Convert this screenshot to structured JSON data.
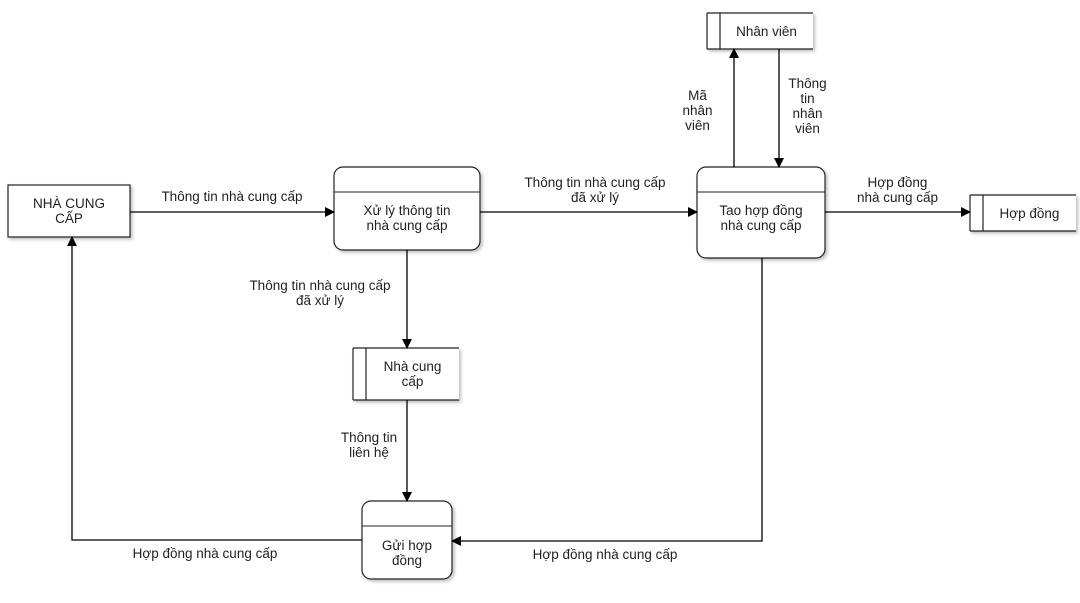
{
  "entities": {
    "supplier_external": "NHÀ CUNG\nCẤP"
  },
  "processes": {
    "process_supplier_info": "Xử lý thông tin\nnhà cung cấp",
    "create_contract": "Tao hợp đồng\nnhà cung cấp",
    "send_contract": "Gửi hợp\nđồng"
  },
  "data_stores": {
    "employee_store": "Nhân viên",
    "supplier_store": "Nhà cung\ncấp",
    "contract_store": "Hợp đồng"
  },
  "flows": {
    "supplier_info": "Thông tin nhà cung cấp",
    "processed_info_right": "Thông tin nhà cung cấp\nđã xử lý",
    "processed_info_down": "Thông tin nhà cung cấp\nđã xử lý",
    "employee_id": "Mã\nnhân\nviên",
    "employee_info": "Thông\ntin\nnhân\nviên",
    "contract_to_store": "Hợp đồng\nnhà cung cấp",
    "contact_info": "Thông tin\nliên hệ",
    "contract_to_send": "Hợp đồng nhà cung cấp",
    "contract_to_supplier": "Hợp đồng nhà cung cấp"
  }
}
